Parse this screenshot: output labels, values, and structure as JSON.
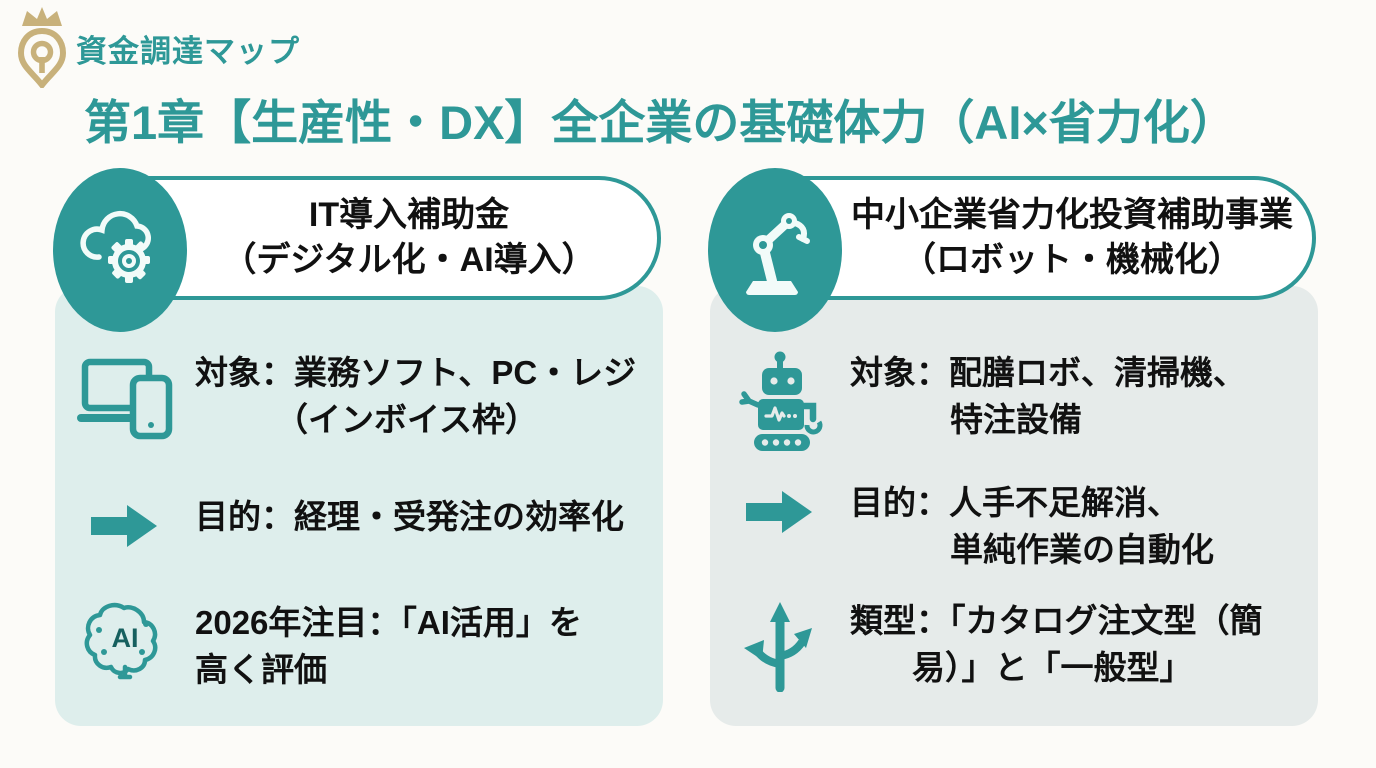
{
  "brand": {
    "name": "資金調達マップ",
    "logo": "crown-pin-logo"
  },
  "page_title": "第1章【生産性・DX】全企業の基礎体力（AI×省力化）",
  "colors": {
    "accent_teal": "#2e9897",
    "logo_gold": "#c8b17b",
    "left_card_bg": "#deeeec",
    "right_card_bg": "#e6ebea",
    "page_bg": "#fcfbf8",
    "text": "#111111"
  },
  "cards": [
    {
      "id": "it-subsidy",
      "header_icon": "cloud-gear-icon",
      "title_line1": "IT導入補助金",
      "title_line2": "（デジタル化・AI導入）",
      "rows": [
        {
          "icon": "devices-icon",
          "line1": "対象：業務ソフト、PC・レジ",
          "line2": "（インボイス枠）"
        },
        {
          "icon": "arrow-right-icon",
          "line1": "目的：経理・受発注の効率化",
          "line2": ""
        },
        {
          "icon": "ai-brain-icon",
          "line1": "2026年注目：「AI活用」を",
          "line2": "高く評価"
        }
      ]
    },
    {
      "id": "shoryokuka-subsidy",
      "header_icon": "robot-arm-icon",
      "title_line1": "中小企業省力化投資補助事業",
      "title_line2": "（ロボット・機械化）",
      "rows": [
        {
          "icon": "robot-icon",
          "line1": "対象：配膳ロボ、清掃機、",
          "line2": "特注設備"
        },
        {
          "icon": "arrow-right-icon",
          "line1": "目的：人手不足解消、",
          "line2": "単純作業の自動化"
        },
        {
          "icon": "branch-arrows-icon",
          "line1": "類型：「カタログ注文型（簡",
          "line2": "易）」と「一般型」"
        }
      ]
    }
  ]
}
